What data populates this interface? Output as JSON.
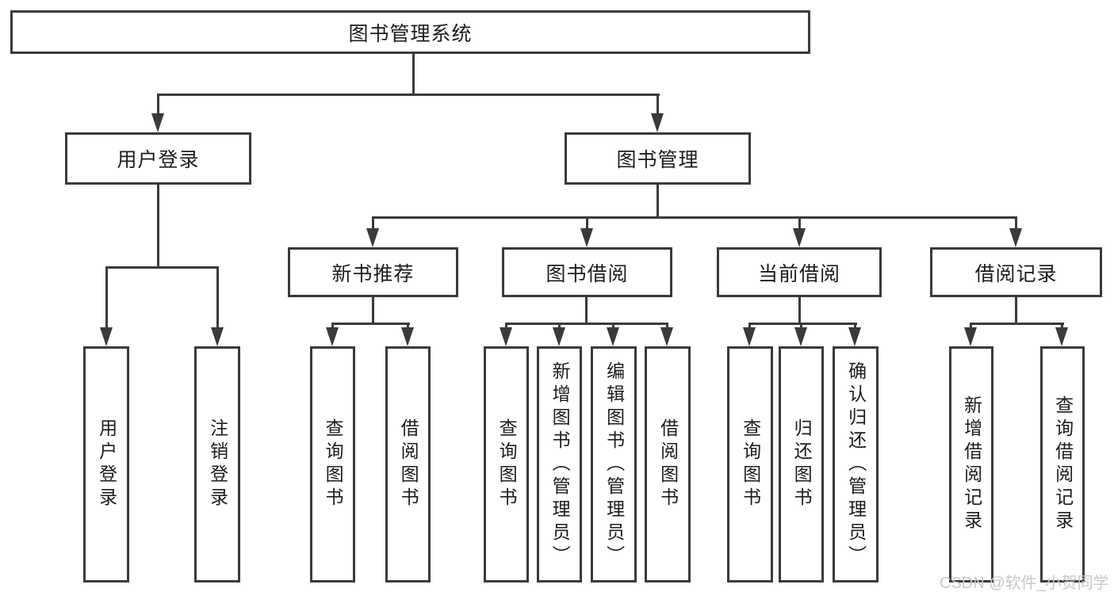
{
  "diagram": {
    "root": {
      "label": "图书管理系统"
    },
    "branches": [
      {
        "label": "用户登录",
        "children": [
          {
            "label": "用户登录"
          },
          {
            "label": "注销登录"
          }
        ]
      },
      {
        "label": "图书管理",
        "children": [
          {
            "label": "新书推荐",
            "children": [
              {
                "label": "查询图书"
              },
              {
                "label": "借阅图书"
              }
            ]
          },
          {
            "label": "图书借阅",
            "children": [
              {
                "label": "查询图书"
              },
              {
                "label": "新增图书（管理员）"
              },
              {
                "label": "编辑图书（管理员）"
              },
              {
                "label": "借阅图书"
              }
            ]
          },
          {
            "label": "当前借阅",
            "children": [
              {
                "label": "查询图书"
              },
              {
                "label": "归还图书"
              },
              {
                "label": "确认归还（管理员）"
              }
            ]
          },
          {
            "label": "借阅记录",
            "children": [
              {
                "label": "新增借阅记录"
              },
              {
                "label": "查询借阅记录"
              }
            ]
          }
        ]
      }
    ],
    "watermark": "CSDN @软件_小贺同学",
    "colors": {
      "line": "#3a3a3a",
      "text": "#1c1c1c",
      "watermark": "#c8c8c8",
      "background": "#ffffff",
      "box_background": "#ffffff"
    }
  }
}
